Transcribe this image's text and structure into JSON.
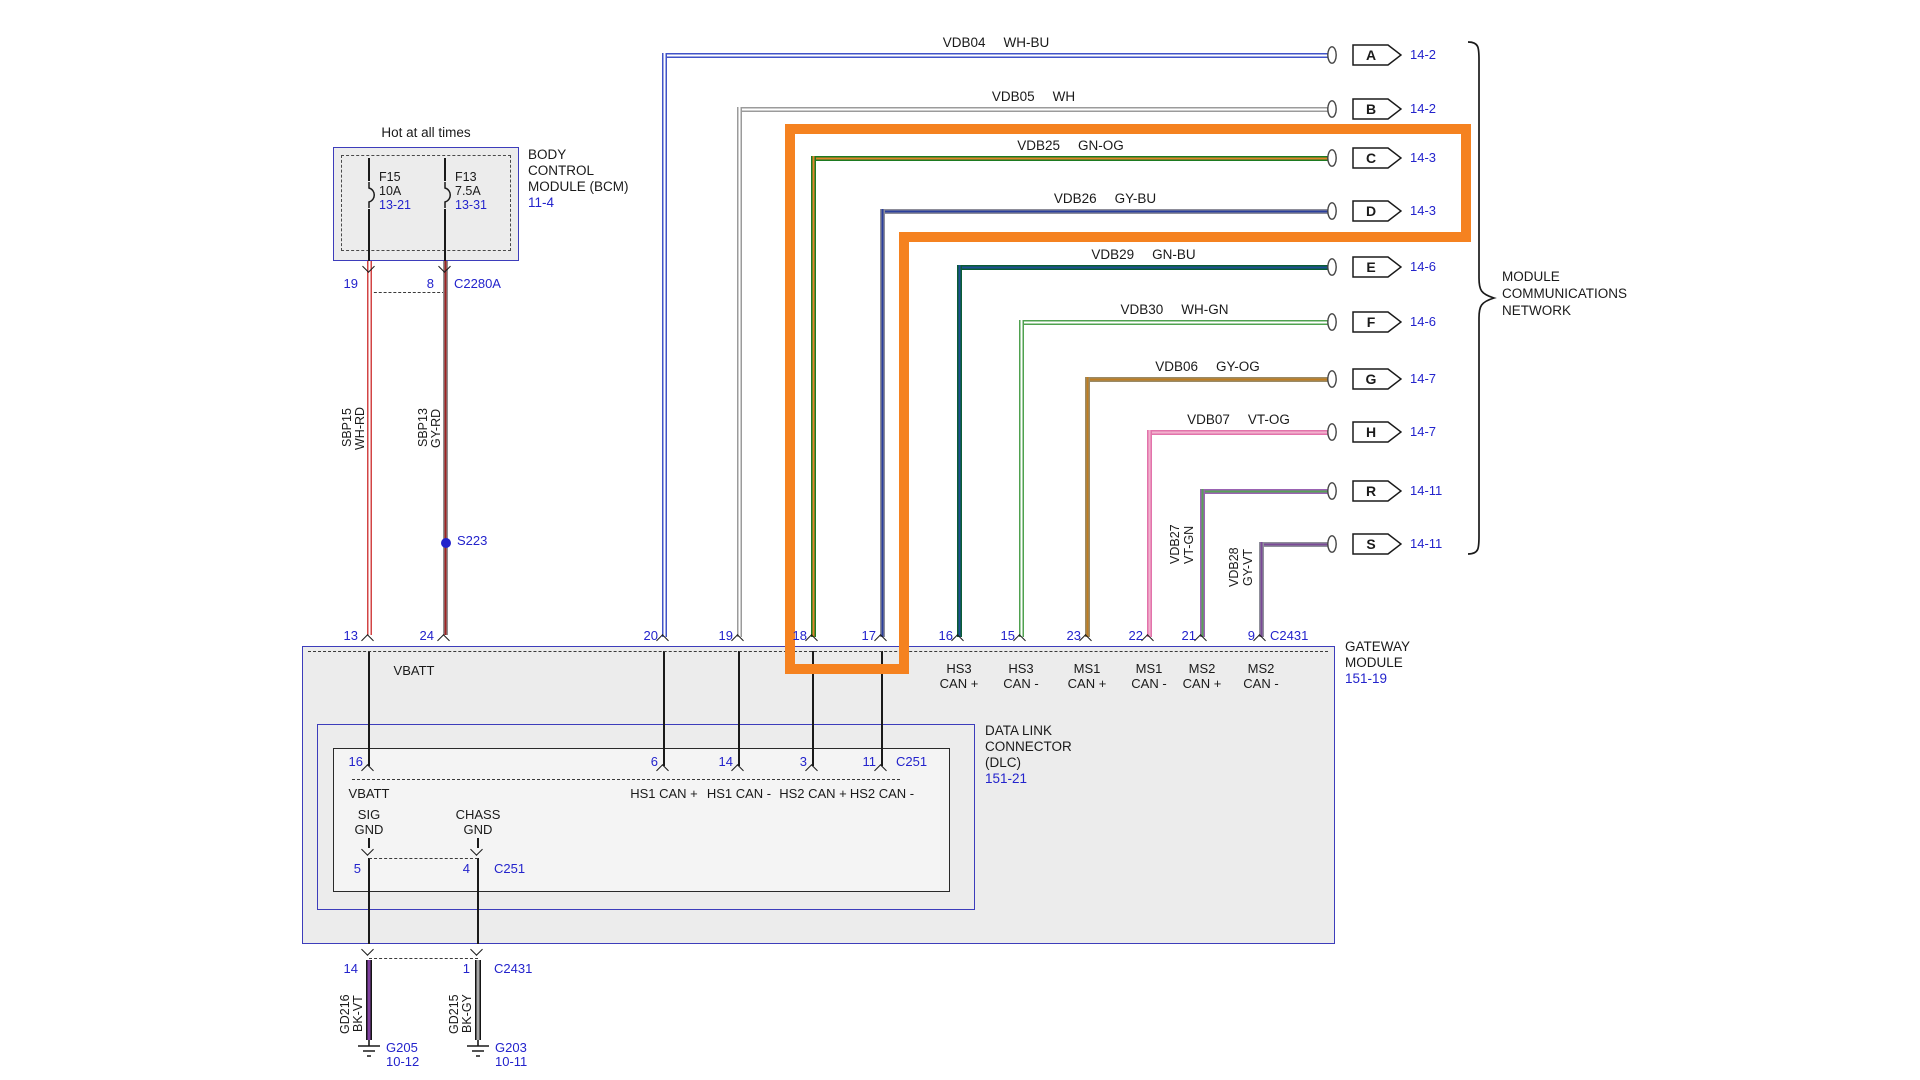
{
  "palette": {
    "accent_blue": "#2323cc",
    "highlight_orange": "#f58220",
    "module_fill": "#ececec",
    "box_blue": "#3d3dbb"
  },
  "wire_palette": {
    "WH-BU": [
      "#4053c8",
      "#ffffff"
    ],
    "WH": [
      "#9b9b9b",
      "#ffffff"
    ],
    "GN-OG": [
      "#1c7a21",
      "#e0862a"
    ],
    "GY-BU": [
      "#8d8d99",
      "#2b3f9c"
    ],
    "GN-BU": [
      "#0a5c34",
      "#1d4f94"
    ],
    "WH-GN": [
      "#4fa14f",
      "#ffffff"
    ],
    "GY-OG": [
      "#9a8a66",
      "#bf7d22"
    ],
    "VT-OG": [
      "#e273ab",
      "#f2b1cd"
    ],
    "VT-GN": [
      "#9a62b2",
      "#57a257"
    ],
    "GY-VT": [
      "#8f8f9a",
      "#7a4a96"
    ],
    "WH-RD": [
      "#d24545",
      "#ffffff"
    ],
    "GY-RD": [
      "#8f8f8f",
      "#9c2424"
    ],
    "BK-VT": [
      "#151515",
      "#8040a0"
    ],
    "BK-GY": [
      "#151515",
      "#a8a8a8"
    ]
  },
  "power_note": "Hot at all times",
  "bcm": {
    "name_line1": "BODY",
    "name_line2": "CONTROL",
    "name_line3": "MODULE (BCM)",
    "page_ref": "11-4",
    "connector": "C2280A",
    "fuses": [
      {
        "id": "F15",
        "rating": "10A",
        "page_ref": "13-21",
        "pin": "19"
      },
      {
        "id": "F13",
        "rating": "7.5A",
        "page_ref": "13-31",
        "pin": "8"
      }
    ]
  },
  "battery_wires": [
    {
      "circuit": "SBP15",
      "color_code": "WH-RD",
      "gateway_pin": "13"
    },
    {
      "circuit": "SBP13",
      "color_code": "GY-RD",
      "gateway_pin": "24",
      "splice": "S223"
    }
  ],
  "gateway": {
    "name_line1": "GATEWAY",
    "name_line2": "MODULE",
    "page_ref": "151-19",
    "top_right_connector": "C2431",
    "vbatt_label": "VBATT"
  },
  "network_wires": [
    {
      "circuit": "VDB04",
      "color_code": "WH-BU",
      "tag": "A",
      "page_ref": "14-2",
      "gateway_pin": "20"
    },
    {
      "circuit": "VDB05",
      "color_code": "WH",
      "tag": "B",
      "page_ref": "14-2",
      "gateway_pin": "19"
    },
    {
      "circuit": "VDB25",
      "color_code": "GN-OG",
      "tag": "C",
      "page_ref": "14-3",
      "gateway_pin": "18"
    },
    {
      "circuit": "VDB26",
      "color_code": "GY-BU",
      "tag": "D",
      "page_ref": "14-3",
      "gateway_pin": "17"
    },
    {
      "circuit": "VDB29",
      "color_code": "GN-BU",
      "tag": "E",
      "page_ref": "14-6",
      "gateway_pin": "16",
      "signal_line1": "HS3",
      "signal_line2": "CAN +"
    },
    {
      "circuit": "VDB30",
      "color_code": "WH-GN",
      "tag": "F",
      "page_ref": "14-6",
      "gateway_pin": "15",
      "signal_line1": "HS3",
      "signal_line2": "CAN -"
    },
    {
      "circuit": "VDB06",
      "color_code": "GY-OG",
      "tag": "G",
      "page_ref": "14-7",
      "gateway_pin": "23",
      "signal_line1": "MS1",
      "signal_line2": "CAN +"
    },
    {
      "circuit": "VDB07",
      "color_code": "VT-OG",
      "tag": "H",
      "page_ref": "14-7",
      "gateway_pin": "22",
      "signal_line1": "MS1",
      "signal_line2": "CAN -"
    },
    {
      "circuit": "VDB27",
      "color_code": "VT-GN",
      "tag": "R",
      "page_ref": "14-11",
      "gateway_pin": "21",
      "signal_line1": "MS2",
      "signal_line2": "CAN +"
    },
    {
      "circuit": "VDB28",
      "color_code": "GY-VT",
      "tag": "S",
      "page_ref": "14-11",
      "gateway_pin": "9",
      "signal_line1": "MS2",
      "signal_line2": "CAN -"
    }
  ],
  "dlc": {
    "name_line1": "DATA LINK",
    "name_line2": "CONNECTOR",
    "name_line3": "(DLC)",
    "page_ref": "151-21",
    "top_connector": "C251",
    "top_pins": [
      {
        "pin": "16",
        "signal": "VBATT"
      },
      {
        "pin": "6",
        "signal": "HS1 CAN +"
      },
      {
        "pin": "14",
        "signal": "HS1 CAN -"
      },
      {
        "pin": "3",
        "signal": "HS2 CAN +"
      },
      {
        "pin": "11",
        "signal": "HS2 CAN -"
      }
    ],
    "bottom_connector": "C251",
    "bottom_pins": [
      {
        "pin": "5",
        "label_line1": "SIG",
        "label_line2": "GND"
      },
      {
        "pin": "4",
        "label_line1": "CHASS",
        "label_line2": "GND"
      }
    ]
  },
  "grounds": {
    "connector": "C2431",
    "wires": [
      {
        "pin": "14",
        "circuit": "GD216",
        "color_code": "BK-VT",
        "ground_id": "G205",
        "ground_ref": "10-12"
      },
      {
        "pin": "1",
        "circuit": "GD215",
        "color_code": "BK-GY",
        "ground_id": "G203",
        "ground_ref": "10-11"
      }
    ]
  },
  "network_label": {
    "line1": "MODULE",
    "line2": "COMMUNICATIONS",
    "line3": "NETWORK"
  }
}
